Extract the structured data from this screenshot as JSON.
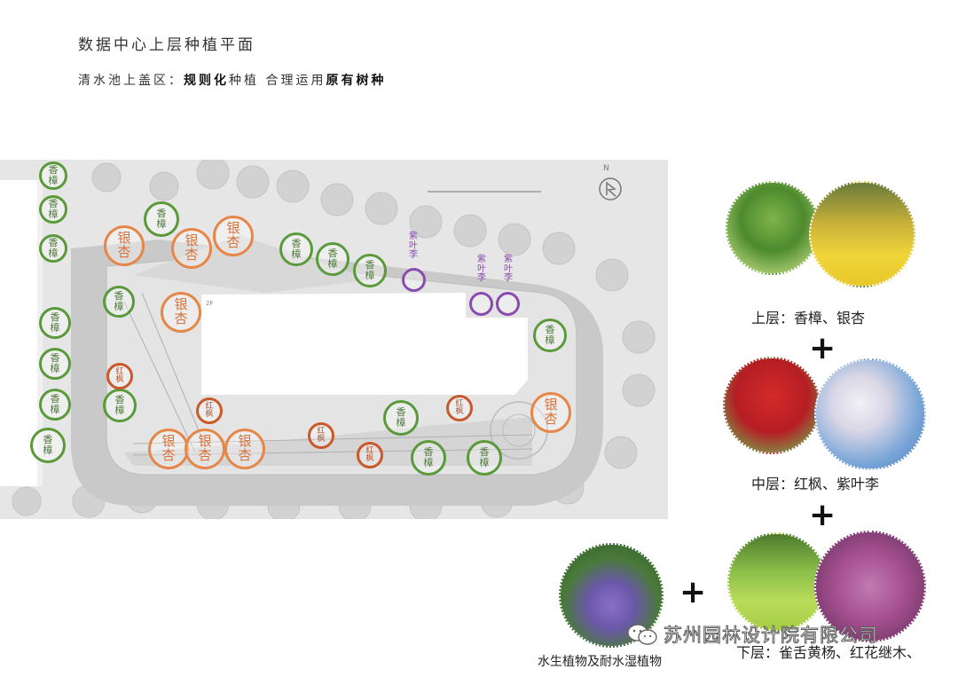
{
  "header": {
    "title": "数据中心上层种植平面",
    "subtitle_prefix": "清水池上盖区：",
    "subtitle_bold1": "规则化",
    "subtitle_mid": "种植  合理运用",
    "subtitle_bold2": "原有树种"
  },
  "plan": {
    "north_symbol": "N",
    "floor_mark": "2F",
    "trees": {
      "xiangzhang_1": "香",
      "xiangzhang_2": "樟",
      "yinxing_1": "银",
      "yinxing_2": "杏",
      "hongfeng_1": "红",
      "hongfeng_2": "枫",
      "ziyeli": "紫叶李"
    }
  },
  "legend": {
    "upper": "上层：香樟、银杏",
    "middle": "中层：红枫、紫叶李",
    "lower": "下层：雀舌黄杨、红花继木、",
    "aquatic": "水生植物及耐水湿植物",
    "plus": "+"
  },
  "watermark": "苏州园林设计院有限公司",
  "colors": {
    "xiangzhang": "#5a9a3a",
    "yinxing": "#e6874a",
    "hongfeng": "#c9582a",
    "ziyeli": "#8a4bb0"
  }
}
